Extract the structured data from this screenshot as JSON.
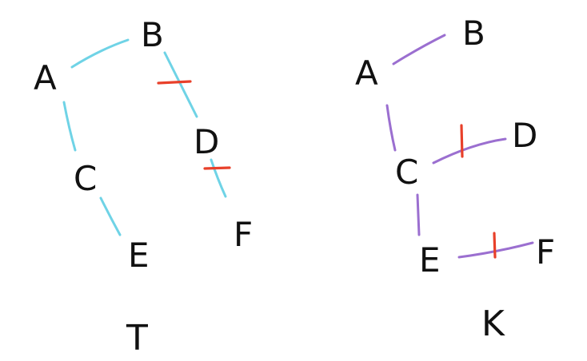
{
  "colors": {
    "tree_t_edge": "#6fd3e6",
    "tree_k_edge": "#9b6fd0",
    "cut_mark": "#e8402a",
    "ink": "#111111"
  },
  "left_graph": {
    "label": "T",
    "nodes": {
      "A": "A",
      "B": "B",
      "C": "C",
      "D": "D",
      "E": "E",
      "F": "F"
    },
    "edges": [
      {
        "from": "A",
        "to": "B",
        "cut": false
      },
      {
        "from": "A",
        "to": "C",
        "cut": false
      },
      {
        "from": "C",
        "to": "E",
        "cut": false
      },
      {
        "from": "B",
        "to": "D",
        "cut": true
      },
      {
        "from": "D",
        "to": "F",
        "cut": true
      }
    ]
  },
  "right_graph": {
    "label": "K",
    "nodes": {
      "A": "A",
      "B": "B",
      "C": "C",
      "D": "D",
      "E": "E",
      "F": "F"
    },
    "edges": [
      {
        "from": "A",
        "to": "B",
        "cut": false
      },
      {
        "from": "A",
        "to": "C",
        "cut": false
      },
      {
        "from": "C",
        "to": "D",
        "cut": true
      },
      {
        "from": "C",
        "to": "E",
        "cut": false
      },
      {
        "from": "E",
        "to": "F",
        "cut": true
      }
    ]
  }
}
